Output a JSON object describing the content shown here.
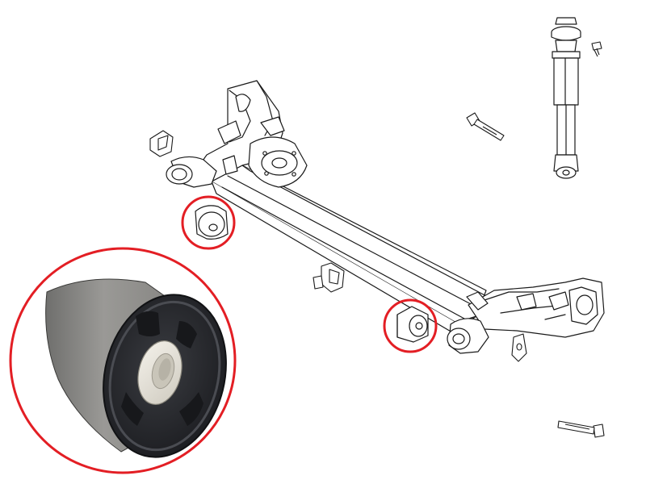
{
  "diagram": {
    "highlight_color": "#e31e24",
    "line_color": "#1a1a1a",
    "fill_color": "#ffffff",
    "rubber_color": "#2b2d31",
    "metal_color": "#8a8a88",
    "sleeve_color": "#e4e1d8",
    "parts": [
      "rear-axle-beam",
      "shock-absorber",
      "mounting-bolt",
      "bushing",
      "bump-stop",
      "bracket"
    ]
  }
}
